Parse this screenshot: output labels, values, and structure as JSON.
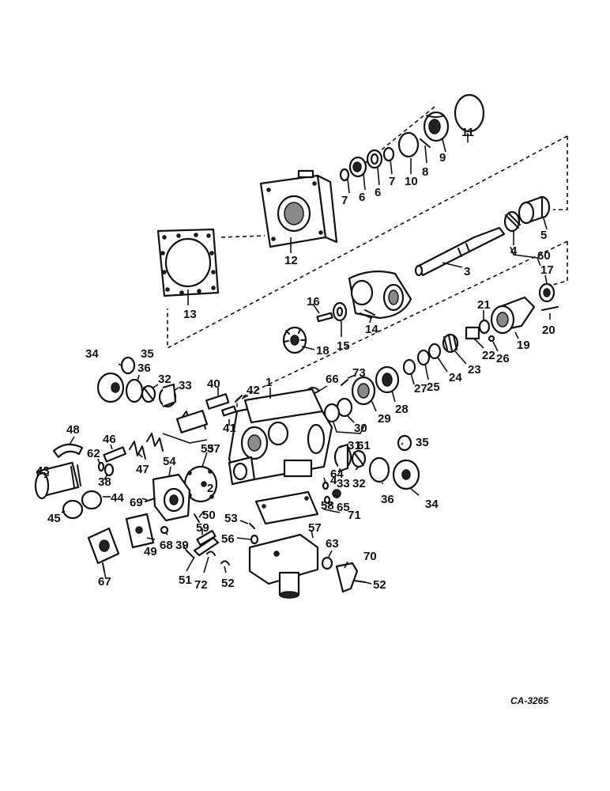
{
  "drawing_code": "CA-3265",
  "parts": [
    {
      "id": "11",
      "label": "11"
    },
    {
      "id": "9",
      "label": "9"
    },
    {
      "id": "8",
      "label": "8"
    },
    {
      "id": "10",
      "label": "10"
    },
    {
      "id": "7a",
      "label": "7"
    },
    {
      "id": "6a",
      "label": "6"
    },
    {
      "id": "6b",
      "label": "6"
    },
    {
      "id": "7b",
      "label": "7"
    },
    {
      "id": "5",
      "label": "5"
    },
    {
      "id": "4a",
      "label": "4"
    },
    {
      "id": "60",
      "label": "60"
    },
    {
      "id": "3",
      "label": "3"
    },
    {
      "id": "12",
      "label": "12"
    },
    {
      "id": "13",
      "label": "13"
    },
    {
      "id": "16",
      "label": "16"
    },
    {
      "id": "14",
      "label": "14"
    },
    {
      "id": "15",
      "label": "15"
    },
    {
      "id": "18",
      "label": "18"
    },
    {
      "id": "17",
      "label": "17"
    },
    {
      "id": "21",
      "label": "21"
    },
    {
      "id": "20",
      "label": "20"
    },
    {
      "id": "19",
      "label": "19"
    },
    {
      "id": "22",
      "label": "22"
    },
    {
      "id": "26",
      "label": "26"
    },
    {
      "id": "23",
      "label": "23"
    },
    {
      "id": "24",
      "label": "24"
    },
    {
      "id": "25",
      "label": "25"
    },
    {
      "id": "27",
      "label": "27"
    },
    {
      "id": "28",
      "label": "28"
    },
    {
      "id": "29",
      "label": "29"
    },
    {
      "id": "30",
      "label": "30"
    },
    {
      "id": "31",
      "label": "31"
    },
    {
      "id": "73",
      "label": "73"
    },
    {
      "id": "66",
      "label": "66"
    },
    {
      "id": "1",
      "label": "1"
    },
    {
      "id": "34a",
      "label": "34"
    },
    {
      "id": "35a",
      "label": "35"
    },
    {
      "id": "36a",
      "label": "36"
    },
    {
      "id": "32a",
      "label": "32"
    },
    {
      "id": "33a",
      "label": "33"
    },
    {
      "id": "40",
      "label": "40"
    },
    {
      "id": "42",
      "label": "42"
    },
    {
      "id": "41",
      "label": "41"
    },
    {
      "id": "37",
      "label": "37"
    },
    {
      "id": "48",
      "label": "48"
    },
    {
      "id": "46",
      "label": "46"
    },
    {
      "id": "62",
      "label": "62"
    },
    {
      "id": "38",
      "label": "38"
    },
    {
      "id": "47",
      "label": "47"
    },
    {
      "id": "43",
      "label": "43"
    },
    {
      "id": "44",
      "label": "44"
    },
    {
      "id": "45",
      "label": "45"
    },
    {
      "id": "54",
      "label": "54"
    },
    {
      "id": "55",
      "label": "55"
    },
    {
      "id": "2",
      "label": "2"
    },
    {
      "id": "69",
      "label": "69"
    },
    {
      "id": "50",
      "label": "50"
    },
    {
      "id": "49",
      "label": "49"
    },
    {
      "id": "68",
      "label": "68"
    },
    {
      "id": "59",
      "label": "59"
    },
    {
      "id": "39",
      "label": "39"
    },
    {
      "id": "67",
      "label": "67"
    },
    {
      "id": "51",
      "label": "51"
    },
    {
      "id": "72",
      "label": "72"
    },
    {
      "id": "52a",
      "label": "52"
    },
    {
      "id": "53",
      "label": "53"
    },
    {
      "id": "56",
      "label": "56"
    },
    {
      "id": "57",
      "label": "57"
    },
    {
      "id": "58",
      "label": "58"
    },
    {
      "id": "71",
      "label": "71"
    },
    {
      "id": "64",
      "label": "64"
    },
    {
      "id": "65",
      "label": "65"
    },
    {
      "id": "4b",
      "label": "4"
    },
    {
      "id": "33b",
      "label": "33"
    },
    {
      "id": "32b",
      "label": "32"
    },
    {
      "id": "61",
      "label": "61"
    },
    {
      "id": "36b",
      "label": "36"
    },
    {
      "id": "35b",
      "label": "35"
    },
    {
      "id": "34b",
      "label": "34"
    },
    {
      "id": "63",
      "label": "63"
    },
    {
      "id": "70",
      "label": "70"
    },
    {
      "id": "52b",
      "label": "52"
    }
  ]
}
